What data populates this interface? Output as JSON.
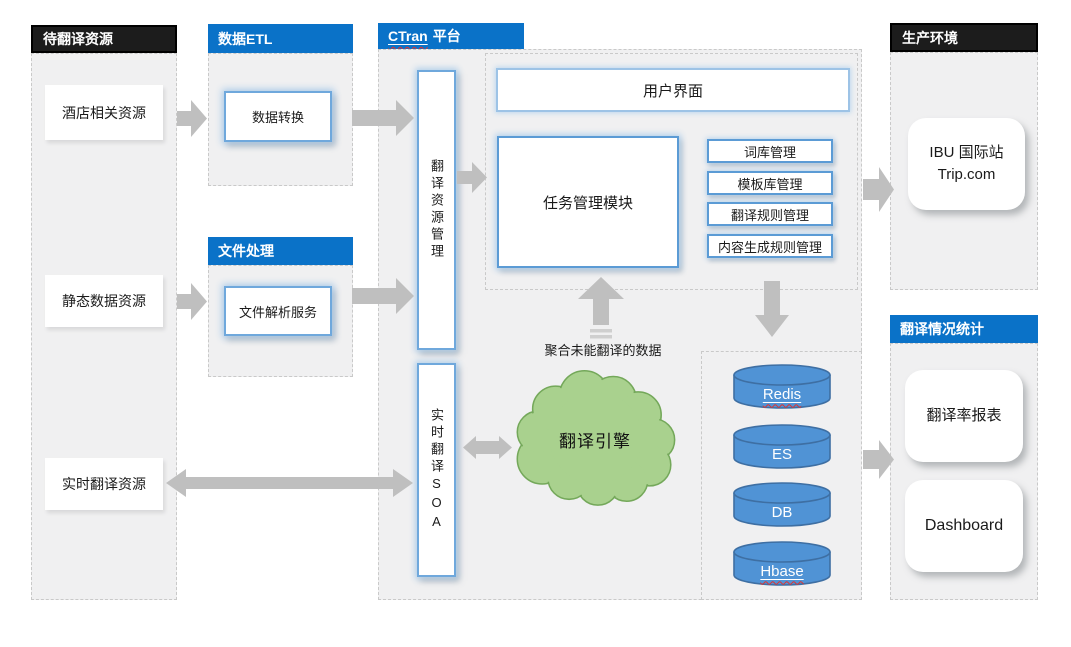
{
  "diagram": {
    "pending": {
      "title": "待翻译资源",
      "hotel": "酒店相关资源",
      "static": "静态数据资源",
      "realtime": "实时翻译资源"
    },
    "etl": {
      "title": "数据ETL",
      "convert": "数据转换"
    },
    "file": {
      "title": "文件处理",
      "parse": "文件解析服务"
    },
    "platform": {
      "title_en": "CTran",
      "title_zh": "平台",
      "resource_mgmt": "翻译资源管理",
      "realtime_soa": "实时翻译SOA",
      "ui": "用户界面",
      "task_module": "任务管理模块",
      "mgmt": [
        "词库管理",
        "模板库管理",
        "翻译规则管理",
        "内容生成规则管理"
      ],
      "aggregate_note": "聚合未能翻译的数据",
      "engine": "翻译引擎",
      "db": [
        "Redis",
        "ES",
        "DB",
        "Hbase"
      ]
    },
    "production": {
      "title": "生产环境",
      "site_line1": "IBU 国际站",
      "site_line2": "Trip.com"
    },
    "stats": {
      "title": "翻译情况统计",
      "report": "翻译率报表",
      "dashboard": "Dashboard"
    }
  },
  "colors": {
    "header_blue": "#0a72c8",
    "header_black": "#1c1c1c",
    "panel_bg": "#f0f0f1",
    "box_border_blue": "#5b9bd5",
    "cylinder_fill": "#5093d5",
    "cylinder_stroke": "#3e6fa3",
    "cloud_fill": "#a9d18e",
    "cloud_stroke": "#74a85a",
    "arrow_gray": "#bfbfbf",
    "squiggle_red": "#e0312e"
  }
}
